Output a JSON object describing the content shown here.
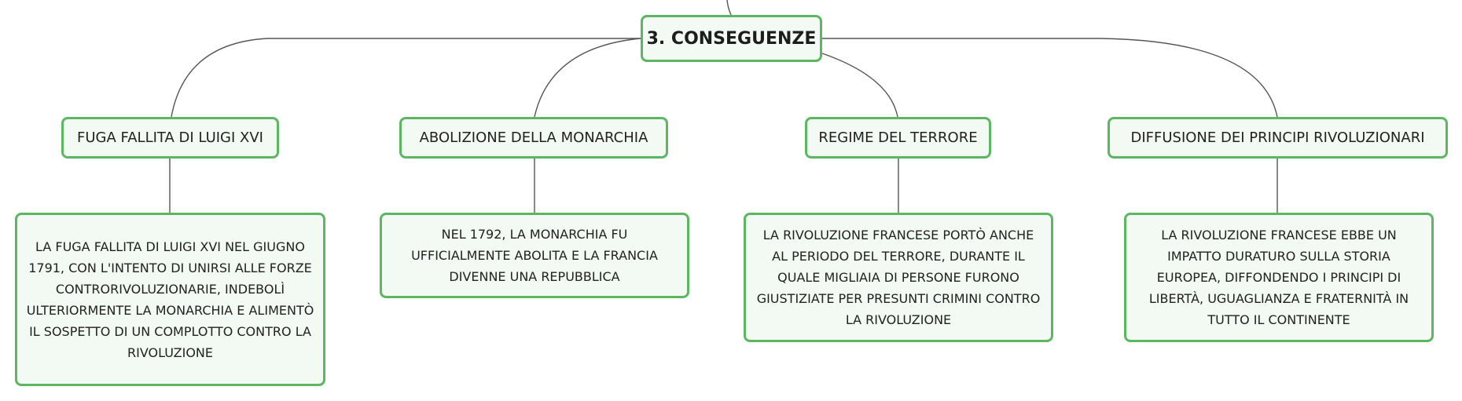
{
  "colors": {
    "border": "#5cb662",
    "fill": "#f3f9f3",
    "connector": "#555555"
  },
  "root": {
    "label": "3. CONSEGUENZE"
  },
  "topics": [
    {
      "label": "FUGA FALLITA DI LUIGI XVI",
      "detail": "LA FUGA FALLITA DI LUIGI XVI NEL GIUGNO 1791, CON L'INTENTO DI UNIRSI ALLE FORZE CONTRORIVOLUZIONARIE, INDEBOLÌ ULTERIORMENTE LA MONARCHIA E ALIMENTÒ IL SOSPETTO DI UN COMPLOTTO CONTRO LA RIVOLUZIONE"
    },
    {
      "label": "ABOLIZIONE DELLA MONARCHIA",
      "detail": "NEL 1792, LA MONARCHIA FU UFFICIALMENTE ABOLITA E LA FRANCIA DIVENNE UNA REPUBBLICA"
    },
    {
      "label": "REGIME DEL TERRORE",
      "detail": "LA RIVOLUZIONE FRANCESE PORTÒ ANCHE AL PERIODO DEL TERRORE, DURANTE IL QUALE MIGLIAIA DI PERSONE FURONO GIUSTIZIATE PER PRESUNTI CRIMINI CONTRO LA RIVOLUZIONE"
    },
    {
      "label": "DIFFUSIONE DEI PRINCIPI RIVOLUZIONARI",
      "detail": "LA RIVOLUZIONE FRANCESE EBBE UN IMPATTO DURATURO SULLA STORIA EUROPEA, DIFFONDENDO I PRINCIPI DI LIBERTÀ, UGUAGLIANZA E FRATERNITÀ IN TUTTO IL CONTINENTE"
    }
  ]
}
